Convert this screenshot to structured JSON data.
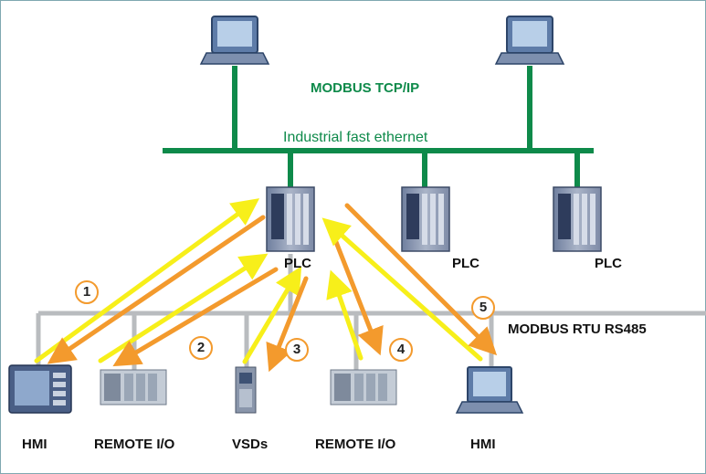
{
  "network": {
    "title": "MODBUS TCP/IP",
    "subtitle": "Industrial fast ethernet",
    "rs485_label": "MODBUS RTU RS485"
  },
  "devices": {
    "plc_main": "PLC",
    "plc_2": "PLC",
    "plc_3": "PLC",
    "hmi_left": "HMI",
    "remote_io_1": "REMOTE I/O",
    "vsds": "VSDs",
    "remote_io_2": "REMOTE I/O",
    "hmi_right": "HMI"
  },
  "steps": [
    "1",
    "2",
    "3",
    "4",
    "5"
  ],
  "colors": {
    "ethernet": "#0e8a4a",
    "rs485": "#b9bcbf",
    "request_arrow": "#f7ef1a",
    "response_arrow": "#f39a2d",
    "frame": "#7fa8b0"
  }
}
